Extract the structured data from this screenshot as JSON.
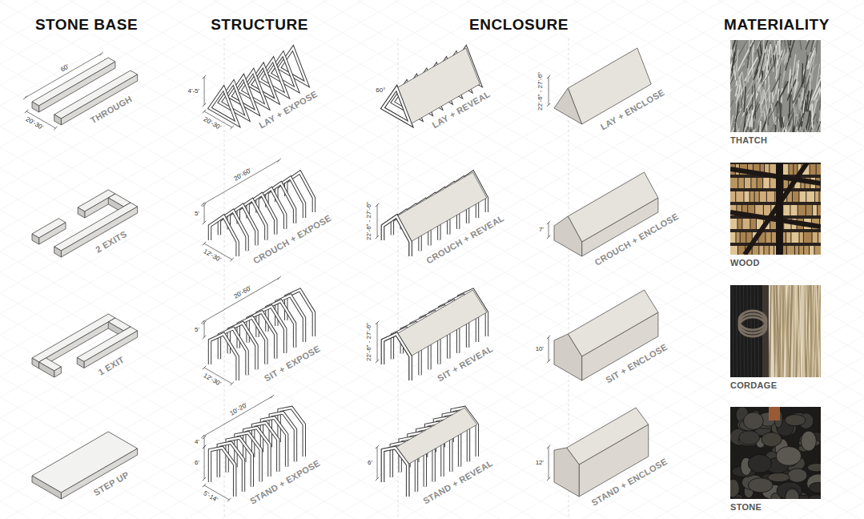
{
  "diagram": {
    "nodes": [
      {
        "text": [
          "THATCH"
        ]
      },
      {
        "text": [
          "WOOD"
        ]
      },
      {
        "text": [
          "CORDAGE"
        ]
      },
      {
        "text": [
          "STONE"
        ]
      }
    ],
    "labels": [
      "STONE BASE",
      "STRUCTURE",
      "ENCLOSURE",
      "MATERIALITY",
      "60'",
      "20'-30'",
      "THROUGH",
      "4'-5'",
      "20'-30'",
      "LAY + EXPOSE",
      "60°",
      "LAY + REVEAL",
      "22'-6\" - 27'-6\"",
      "LAY + ENCLOSE",
      "2 EXITS",
      "20'-60'",
      "5'",
      "12'-30'",
      "CROUCH + EXPOSE",
      "22'-6\" - 27'-6\"",
      "CROUCH + REVEAL",
      "7'",
      "CROUCH + ENCLOSE",
      "1 EXIT",
      "20'-60'",
      "5'",
      "12'-30'",
      "SIT + EXPOSE",
      "22'-6\" - 27'-6\"",
      "SIT + REVEAL",
      "10'",
      "SIT + ENCLOSE",
      "STEP UP",
      "10'-20'",
      "4'",
      "6'",
      "5'-14'",
      "STAND + EXPOSE",
      "6'",
      "STAND + REVEAL",
      "12'",
      "STAND + ENCLOSE"
    ]
  }
}
